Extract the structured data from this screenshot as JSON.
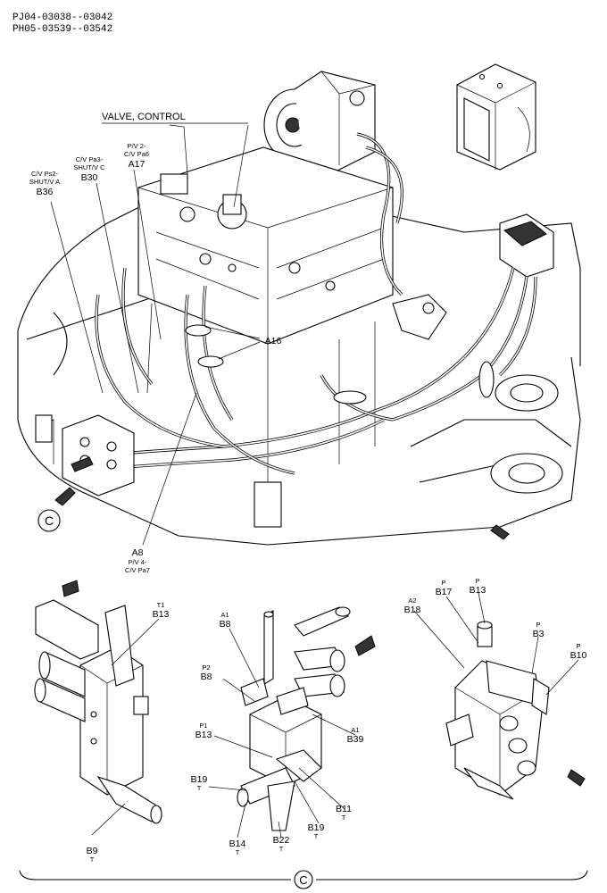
{
  "header": {
    "line1": "PJ04-03038--03042",
    "line2": "PH05-03539--03542"
  },
  "title_label": "VALVE, CONTROL",
  "main_callouts": [
    {
      "id": "b36",
      "desc": "C/V Ps2-\nSHUT/V A",
      "code": "B36"
    },
    {
      "id": "b30",
      "desc": "C/V Pa3-\nSHUT/V C",
      "code": "B30"
    },
    {
      "id": "a17",
      "desc": "P/V 2-\nC/V Pa6",
      "code": "A17"
    },
    {
      "id": "a16",
      "desc": "",
      "code": "A16"
    },
    {
      "id": "a8",
      "desc": "P/V 4-\nC/V Pa7",
      "code": "A8"
    }
  ],
  "view_marker": "C",
  "detail_left": [
    {
      "id": "b13",
      "port": "T1",
      "code": "B13"
    },
    {
      "id": "b9",
      "port": "T",
      "code": "B9"
    }
  ],
  "detail_center": [
    {
      "id": "b8a",
      "port": "A1",
      "code": "B8"
    },
    {
      "id": "b8b",
      "port": "P2",
      "code": "B8"
    },
    {
      "id": "b13",
      "port": "P1",
      "code": "B13"
    },
    {
      "id": "b39",
      "port": "A1",
      "code": "B39"
    },
    {
      "id": "b19a",
      "port": "T",
      "code": "B19"
    },
    {
      "id": "b11",
      "port": "T",
      "code": "B11"
    },
    {
      "id": "b19b",
      "port": "T",
      "code": "B19"
    },
    {
      "id": "b14",
      "port": "T",
      "code": "B14"
    },
    {
      "id": "b22",
      "port": "T",
      "code": "B22"
    }
  ],
  "detail_right": [
    {
      "id": "b18",
      "port": "A2",
      "code": "B18"
    },
    {
      "id": "b17",
      "port": "P",
      "code": "B17"
    },
    {
      "id": "b13",
      "port": "P",
      "code": "B13"
    },
    {
      "id": "b3",
      "port": "P",
      "code": "B3"
    },
    {
      "id": "b10",
      "port": "P",
      "code": "B10"
    }
  ]
}
